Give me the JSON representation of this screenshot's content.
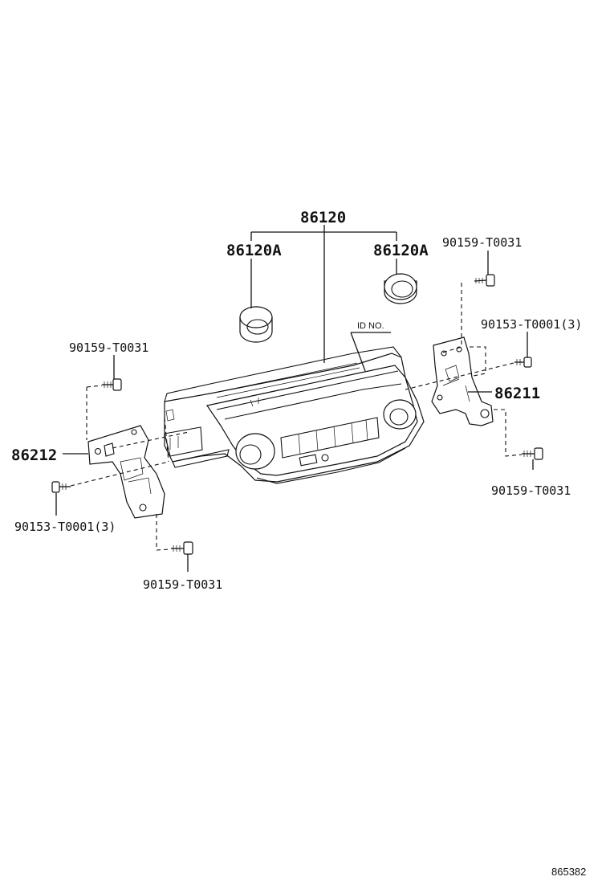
{
  "labels": {
    "assembly": "86120",
    "knob_left": "86120A",
    "knob_right": "86120A",
    "id_no": "ID NO.",
    "bracket_right": "86211",
    "bracket_left": "86212",
    "screw_top_right": "90159-T0031",
    "screw_top_left": "90159-T0031",
    "screw_bottom_right": "90159-T0031",
    "screw_bottom_left": "90159-T0031",
    "bolt_right": "90153-T0001(3)",
    "bolt_left": "90153-T0001(3)"
  },
  "footer": {
    "diagram_code": "865382"
  }
}
